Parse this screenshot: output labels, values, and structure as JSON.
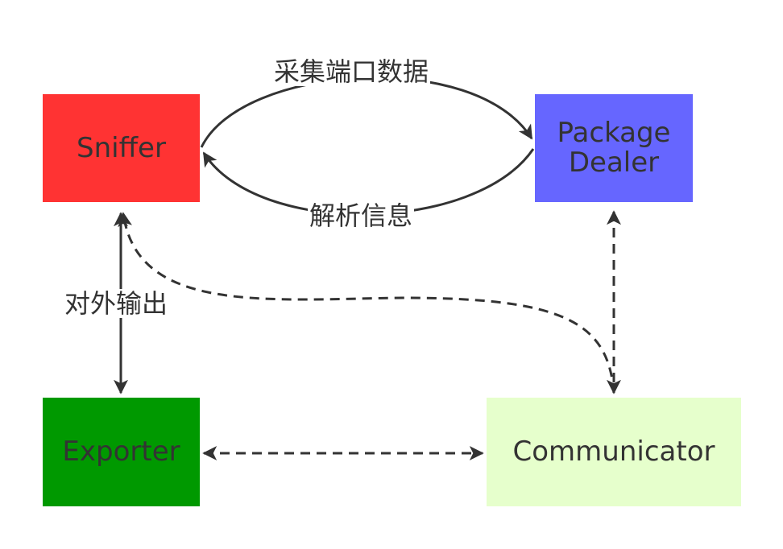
{
  "nodes": {
    "sniffer": {
      "label": "Sniffer",
      "color": "#ff3333"
    },
    "package_dealer": {
      "label_line1": "Package",
      "label_line2": "Dealer",
      "color": "#6666ff"
    },
    "exporter": {
      "label": "Exporter",
      "color": "#009900"
    },
    "communicator": {
      "label": "Communicator",
      "color": "#e6ffcc"
    }
  },
  "edges": {
    "collect_port_data": {
      "label": "采集端口数据",
      "style": "solid"
    },
    "parse_info": {
      "label": "解析信息",
      "style": "solid"
    },
    "external_output": {
      "label": "对外输出",
      "style": "solid"
    },
    "sniffer_communicator": {
      "style": "dashed"
    },
    "dealer_communicator": {
      "style": "dashed"
    },
    "exporter_communicator": {
      "style": "dashed"
    }
  },
  "colors": {
    "stroke": "#333333",
    "text": "#333333"
  }
}
